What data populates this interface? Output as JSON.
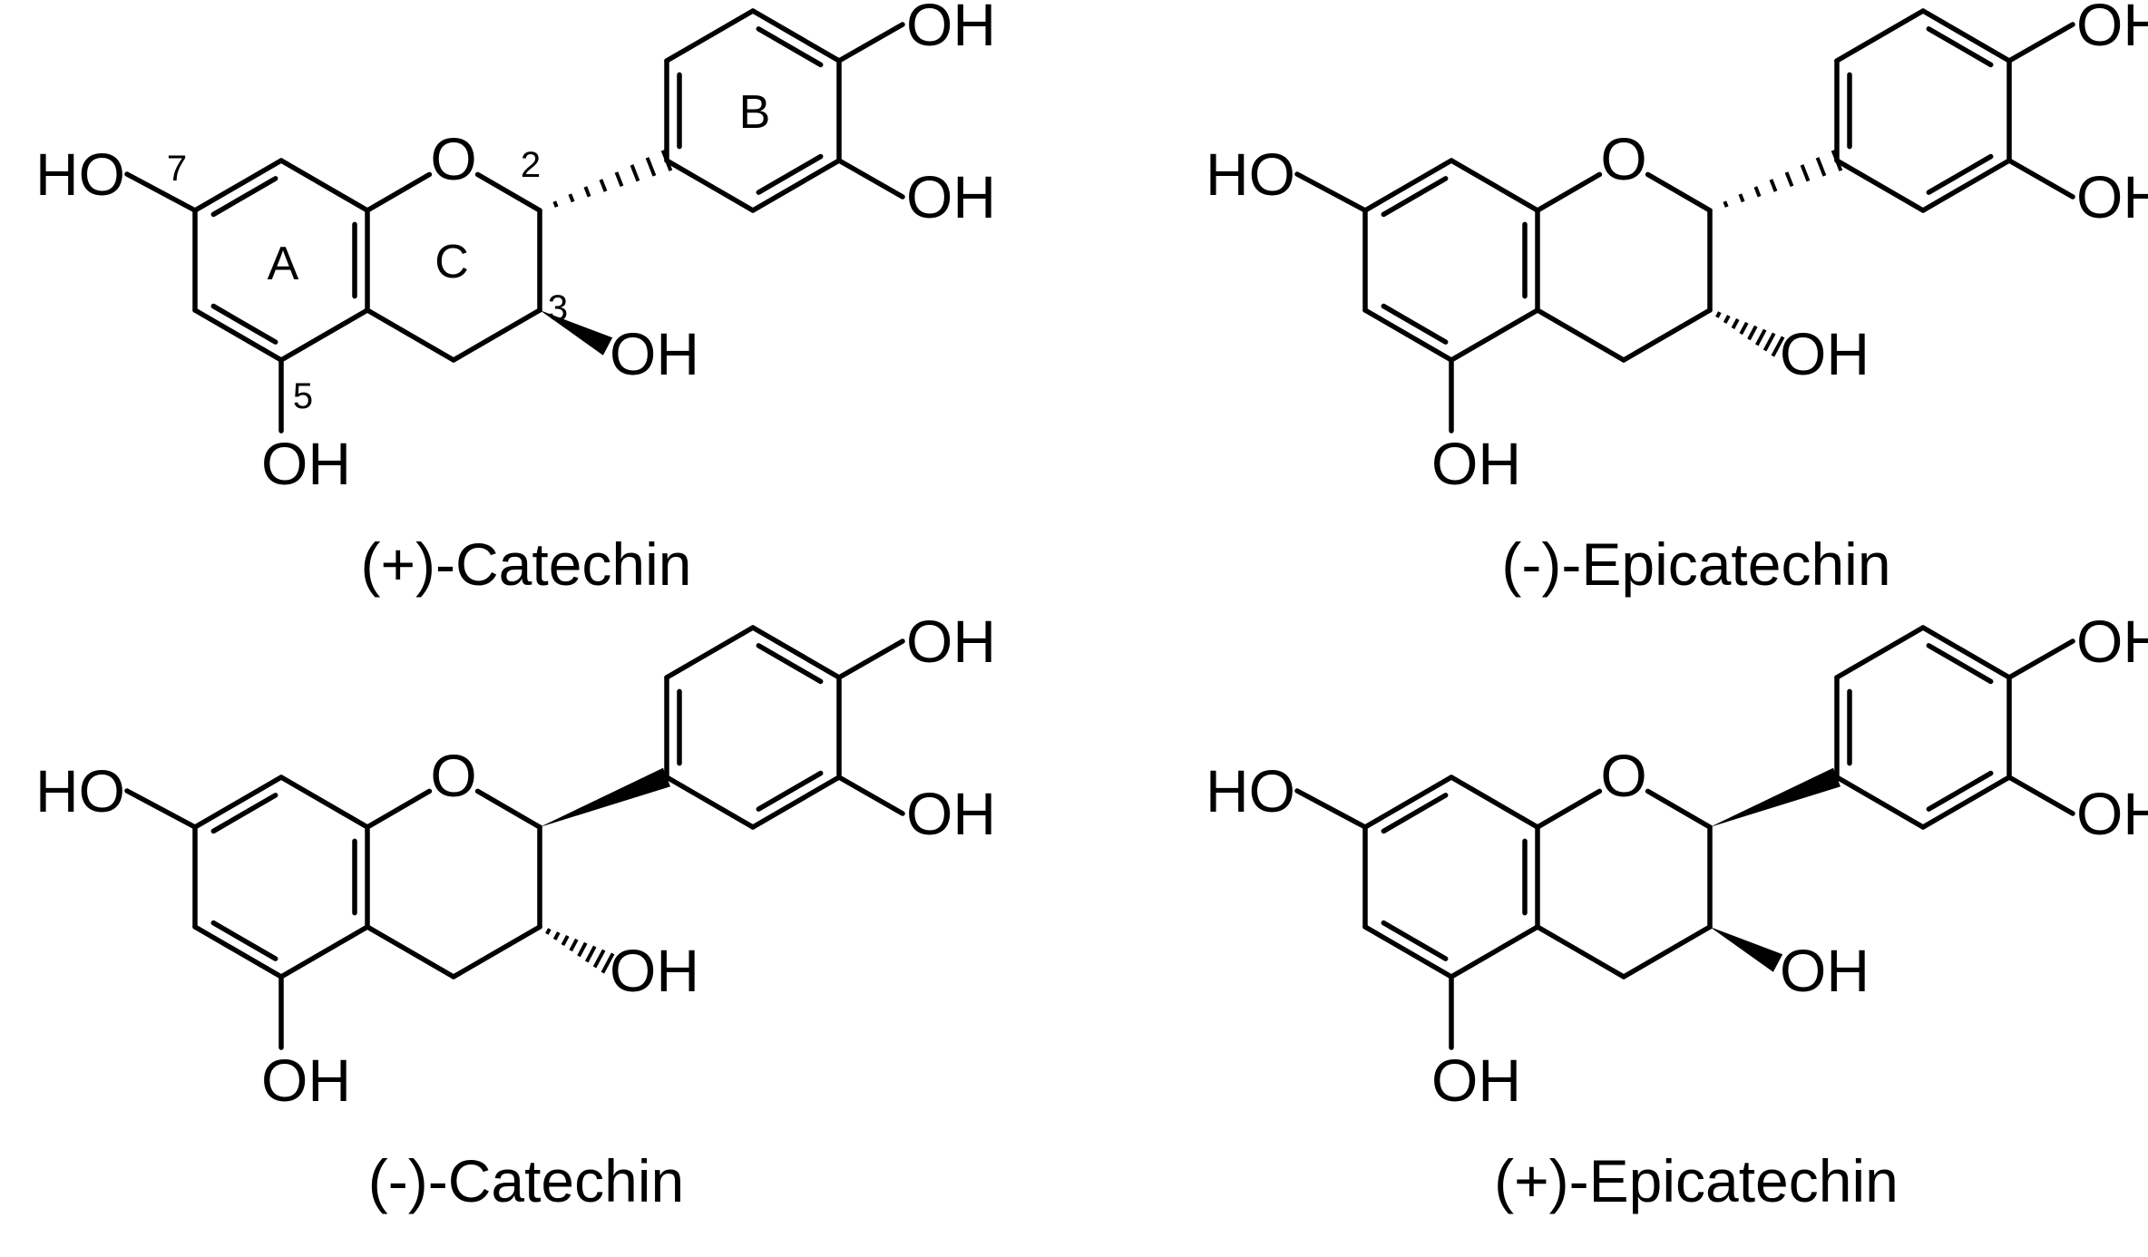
{
  "molecules": [
    {
      "name": "(+)-Catechin",
      "c2_bond": "hash",
      "c3_bond": "wedge",
      "show_annotations": true,
      "labels": {
        "oh7": "HO",
        "ring_o": "O",
        "oh5": "OH",
        "oh3": "OH",
        "oh4p": "OH",
        "oh3p": "OH"
      }
    },
    {
      "name": "(-)-Epicatechin",
      "c2_bond": "hash",
      "c3_bond": "hash",
      "show_annotations": false,
      "labels": {
        "oh7": "HO",
        "ring_o": "O",
        "oh5": "OH",
        "oh3": "OH",
        "oh4p": "OH",
        "oh3p": "OH"
      }
    },
    {
      "name": "(-)-Catechin",
      "c2_bond": "wedge",
      "c3_bond": "hash",
      "show_annotations": false,
      "labels": {
        "oh7": "HO",
        "ring_o": "O",
        "oh5": "OH",
        "oh3": "OH",
        "oh4p": "OH",
        "oh3p": "OH"
      }
    },
    {
      "name": "(+)-Epicatechin",
      "c2_bond": "wedge",
      "c3_bond": "wedge",
      "show_annotations": false,
      "labels": {
        "oh7": "HO",
        "ring_o": "O",
        "oh5": "OH",
        "oh3": "OH",
        "oh4p": "OH",
        "oh3p": "OH"
      }
    }
  ],
  "annotations": {
    "ring_a": "A",
    "ring_b": "B",
    "ring_c": "C",
    "pos_2": "2",
    "pos_3": "3",
    "pos_5": "5",
    "pos_7": "7"
  },
  "colors": {
    "ink": "#000000",
    "background": "#ffffff"
  }
}
